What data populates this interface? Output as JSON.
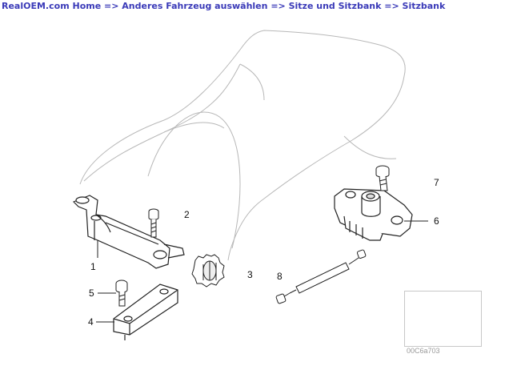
{
  "breadcrumb": {
    "home": "RealOEM.com Home",
    "sep1": "=>",
    "vehicle": "Anderes Fahrzeug auswählen",
    "sep2": "=>",
    "group": "Sitze und Sitzbank",
    "sep3": "=>",
    "current": "Sitzbank"
  },
  "diagram": {
    "callouts": {
      "c1": "1",
      "c2": "2",
      "c3": "3",
      "c4": "4",
      "c5": "5",
      "c6": "6",
      "c7": "7",
      "c8": "8"
    },
    "image_id": "00C6a703",
    "thumbnail_icon": "motorcycle-thumbnail-icon"
  },
  "colors": {
    "link": "#3a3ab8",
    "line": "#222222",
    "seat_outline": "#b8b8b8"
  }
}
